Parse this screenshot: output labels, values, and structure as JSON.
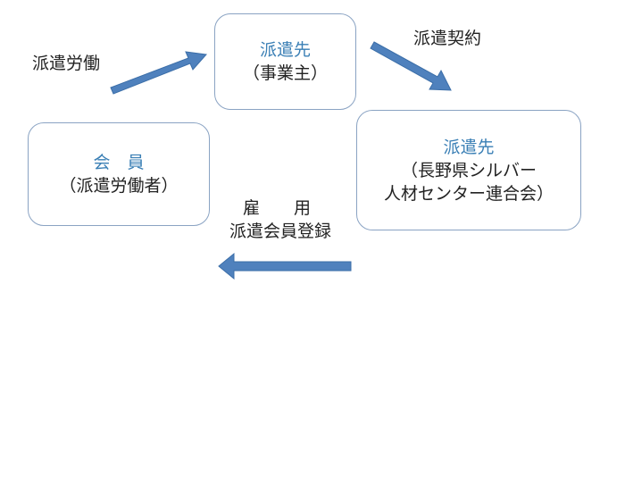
{
  "colors": {
    "accent_text": "#3a7fb5",
    "arrow_fill": "#4f81bd",
    "arrow_stroke": "#3b6ea8",
    "box_border": "#8aa3c3"
  },
  "boxes": {
    "dispatch_destination": {
      "title": "派遣先",
      "subtitle": "（事業主）"
    },
    "dispatch_source": {
      "title": "派遣先",
      "subtitle_line1": "（長野県シルバー",
      "subtitle_line2": "人材センター連合会）"
    },
    "member": {
      "title": "会　員",
      "subtitle": "（派遣労働者）"
    }
  },
  "labels": {
    "dispatch_labor": "派遣労働",
    "dispatch_contract": "派遣契約",
    "employment_line1": "雇　　用",
    "employment_line2": "派遣会員登録"
  }
}
